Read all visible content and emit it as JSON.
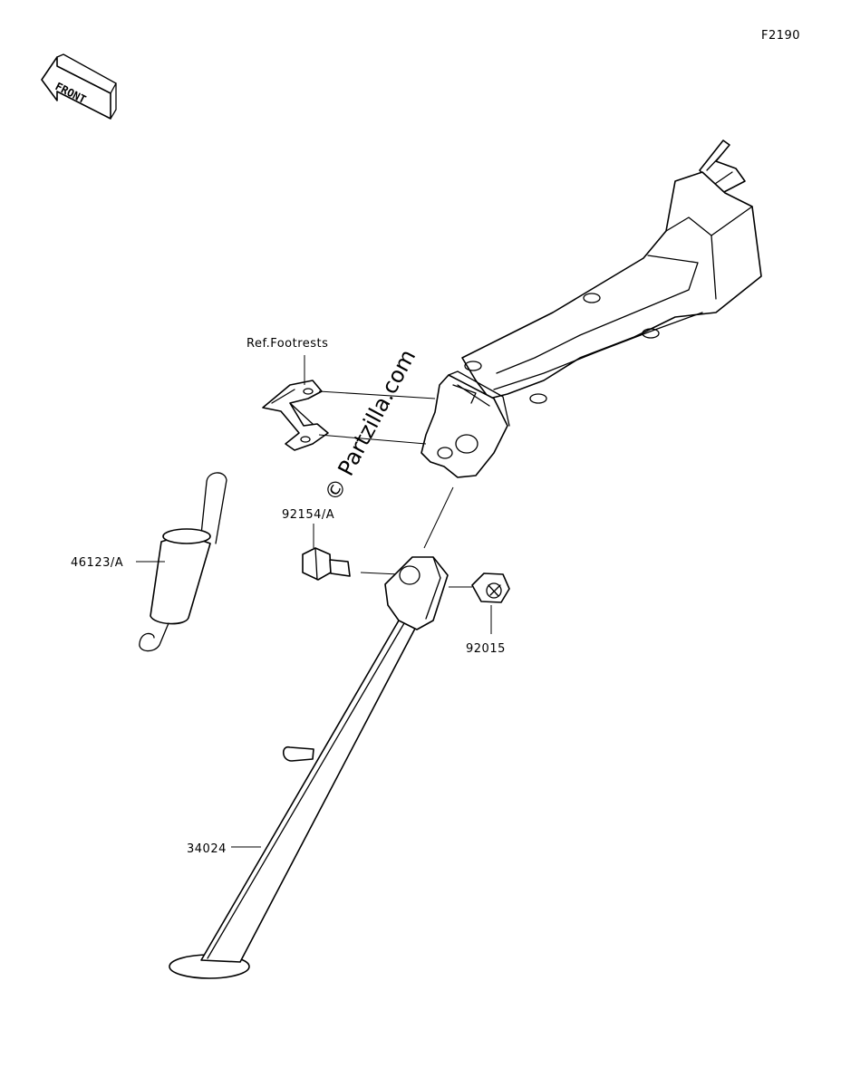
{
  "figure_number": "F2190",
  "front_badge": "FRONT",
  "watermark": "© Partzilla.com",
  "parts": {
    "spring": "46123/A",
    "bolt": "92154/A",
    "nut": "92015",
    "side_stand": "34024",
    "reference": "Ref.Footrests"
  }
}
